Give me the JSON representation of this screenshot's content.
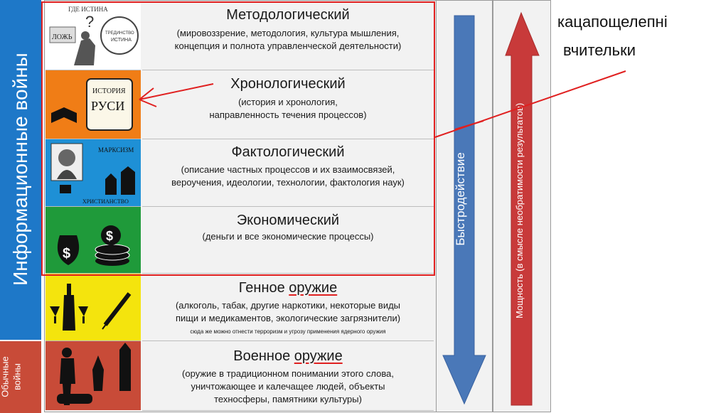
{
  "left_band": {
    "info_wars_label": "Информационные войны",
    "ordinary_wars_label": "Обычные войны"
  },
  "rows": [
    {
      "title": "Методологический",
      "desc_lines": [
        "(мировоззрение, методология, культура мышления,",
        "концепция и полнота управленческой деятельности)"
      ],
      "color": "#ffffff",
      "icon_texts": [
        "ГДЕ ИСТИНА",
        "ЛОЖЬ",
        "ТРЕДИНСТВО ИСТИНА"
      ]
    },
    {
      "title": "Хронологический",
      "desc_lines": [
        "(история и хронология,",
        "направленность течения процессов)"
      ],
      "color": "#f07d16",
      "icon_texts": [
        "ИСТОРИЯ",
        "РУСИ"
      ]
    },
    {
      "title": "Фактологический",
      "desc_lines": [
        "(описание частных процессов и их взаимосвязей,",
        "вероучения, идеологии, технологии, фактология наук)"
      ],
      "color": "#1e90d6",
      "icon_texts": [
        "МАРКСИЗМ",
        "ХРИСТИАНСТВО"
      ]
    },
    {
      "title": "Экономический",
      "desc_lines": [
        "(деньги и все экономические процессы)"
      ],
      "color": "#1f9a3a",
      "icon_texts": [
        "$"
      ]
    },
    {
      "title_pre": "Генное ",
      "title_underlined": "оружие",
      "desc_lines": [
        "(алкоголь, табак, другие наркотики, некоторые виды",
        "пищи и медикаментов, экологические загрязнители)"
      ],
      "small_note": "сюда же можно отнести терроризм и угрозу применения ядерного оружия",
      "color": "#f4e40d"
    },
    {
      "title_pre": "Военное ",
      "title_underlined": "оружие",
      "desc_lines": [
        "(оружие в традиционном понимании этого слова,",
        "уничтожающее и калечащее людей, объекты",
        "техносферы, памятники культуры)"
      ],
      "color": "#c84b38"
    }
  ],
  "arrows": {
    "speed_label": "Быстродействие",
    "power_label": "Мощность (в смысле необратимости результатов)"
  },
  "annotation": {
    "lines": [
      "кацапощелепні",
      "вчительки"
    ]
  },
  "colors": {
    "info_band": "#1e78c8",
    "ordinary_band": "#c84b38",
    "blue_arrow": "#4a78b8",
    "red_arrow": "#c83a3a",
    "highlight": "#e02020"
  }
}
